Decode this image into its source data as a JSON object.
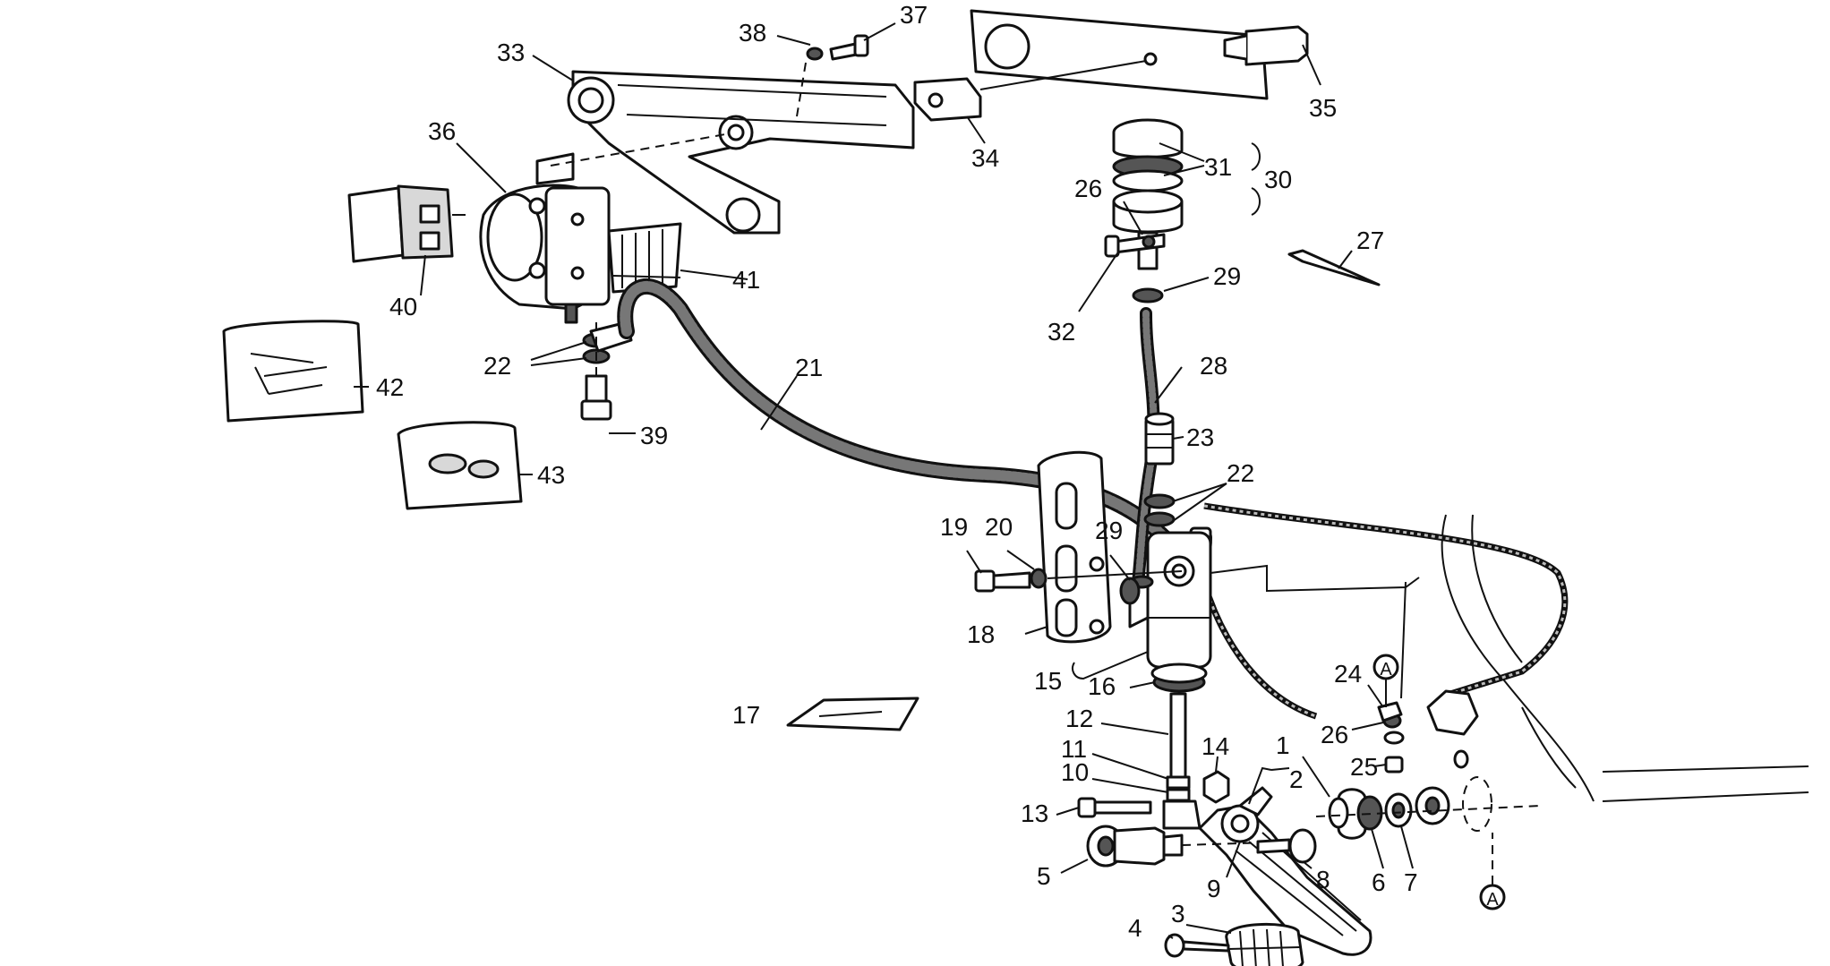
{
  "diagram": {
    "callouts": {
      "p1": "1",
      "p2": "2",
      "p3": "3",
      "p4": "4",
      "p5": "5",
      "p6": "6",
      "p7": "7",
      "p8": "8",
      "p9": "9",
      "p10": "10",
      "p11": "11",
      "p12": "12",
      "p13": "13",
      "p14": "14",
      "p15": "15",
      "p16": "16",
      "p17": "17",
      "p18": "18",
      "p19": "19",
      "p20": "20",
      "p21": "21",
      "p22a": "22",
      "p22b": "22",
      "p23": "23",
      "p24": "24",
      "p25": "25",
      "p26a": "26",
      "p26b": "26",
      "p27": "27",
      "p28": "28",
      "p29a": "29",
      "p29b": "29",
      "p30": "30",
      "p31": "31",
      "p32": "32",
      "p33": "33",
      "p34": "34",
      "p35": "35",
      "p36": "36",
      "p37": "37",
      "p38": "38",
      "p39": "39",
      "p40": "40",
      "p41": "41",
      "p42": "42",
      "p43": "43"
    },
    "ref_markers": {
      "a_top": "A",
      "a_bottom": "A"
    }
  }
}
